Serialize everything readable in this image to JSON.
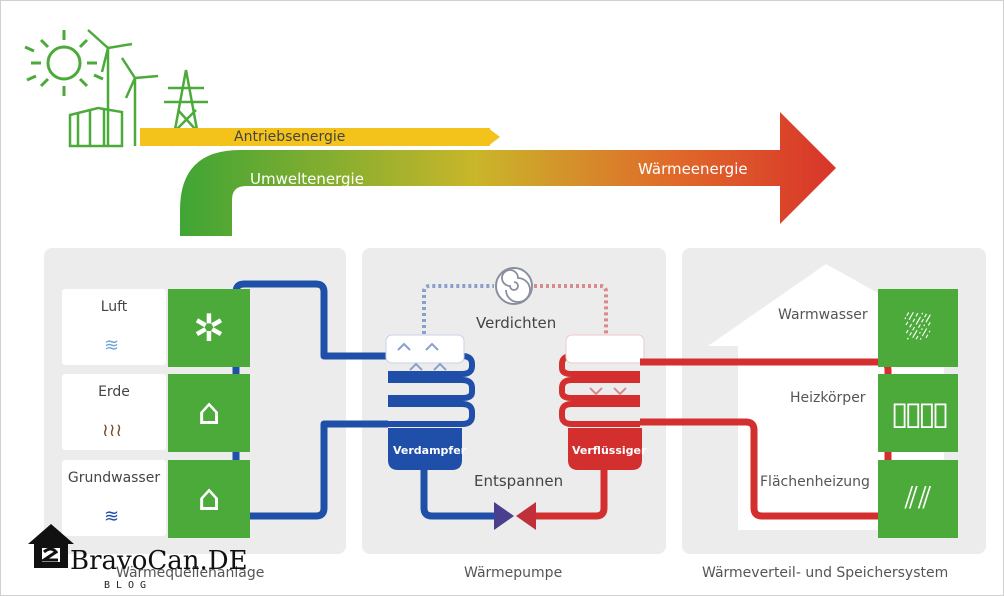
{
  "top_flow": {
    "drive_energy": "Antriebsenergie",
    "environment_energy": "Umweltenergie",
    "heat_energy": "Wärmeenergie"
  },
  "source_panel": {
    "rows": [
      {
        "label": "Luft",
        "icon": "fan-icon"
      },
      {
        "label": "Erde",
        "icon": "ground-probe-icon"
      },
      {
        "label": "Grundwasser",
        "icon": "well-icon"
      }
    ],
    "caption": "Wärmequellenanlage"
  },
  "pump_panel": {
    "compress": "Verdichten",
    "expand": "Entspannen",
    "evaporator": "Verdampfer",
    "condenser": "Verflüssiger",
    "caption": "Wärmepumpe"
  },
  "distribution_panel": {
    "rows": [
      {
        "label": "Warmwasser",
        "icon": "shower-icon"
      },
      {
        "label": "Heizkörper",
        "icon": "radiator-icon"
      },
      {
        "label": "Flächenheizung",
        "icon": "floor-heating-icon"
      }
    ],
    "caption": "Wärmeverteil- und Speichersystem"
  },
  "logo": {
    "name": "BravoCan.DE",
    "sub": "BLOG"
  },
  "colors": {
    "green": "#4caa3a",
    "blue": "#1f4fa8",
    "red": "#d32f2f",
    "yellow": "#f3c21b",
    "panel": "#ececec"
  }
}
